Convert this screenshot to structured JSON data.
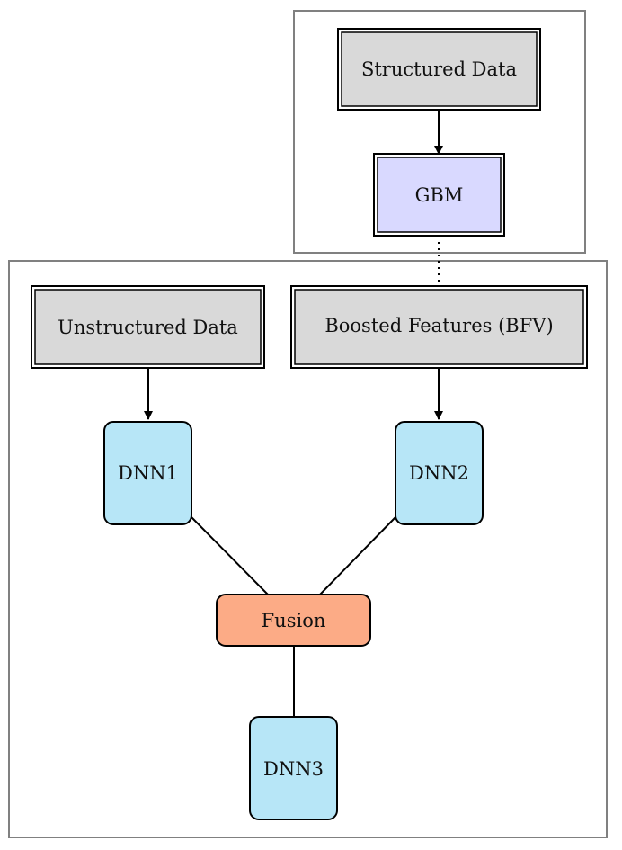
{
  "diagram": {
    "nodes": {
      "structured_data": "Structured Data",
      "gbm": "GBM",
      "unstructured_data": "Unstructured Data",
      "boosted_features": "Boosted Features (BFV)",
      "dnn1": "DNN1",
      "dnn2": "DNN2",
      "fusion": "Fusion",
      "dnn3": "DNN3"
    },
    "colors": {
      "data_box_fill": "#d9d9d9",
      "gbm_fill": "#d9d9ff",
      "dnn_fill": "#b7e6f7",
      "fusion_fill": "#fcab86",
      "cluster_border": "#808080",
      "stroke": "#000000"
    },
    "edges": [
      {
        "from": "structured_data",
        "to": "gbm",
        "style": "arrow"
      },
      {
        "from": "gbm",
        "to": "boosted_features",
        "style": "dotted"
      },
      {
        "from": "unstructured_data",
        "to": "dnn1",
        "style": "arrow"
      },
      {
        "from": "boosted_features",
        "to": "dnn2",
        "style": "arrow"
      },
      {
        "from": "dnn1",
        "to": "fusion",
        "style": "line"
      },
      {
        "from": "dnn2",
        "to": "fusion",
        "style": "line"
      },
      {
        "from": "fusion",
        "to": "dnn3",
        "style": "line"
      }
    ]
  }
}
